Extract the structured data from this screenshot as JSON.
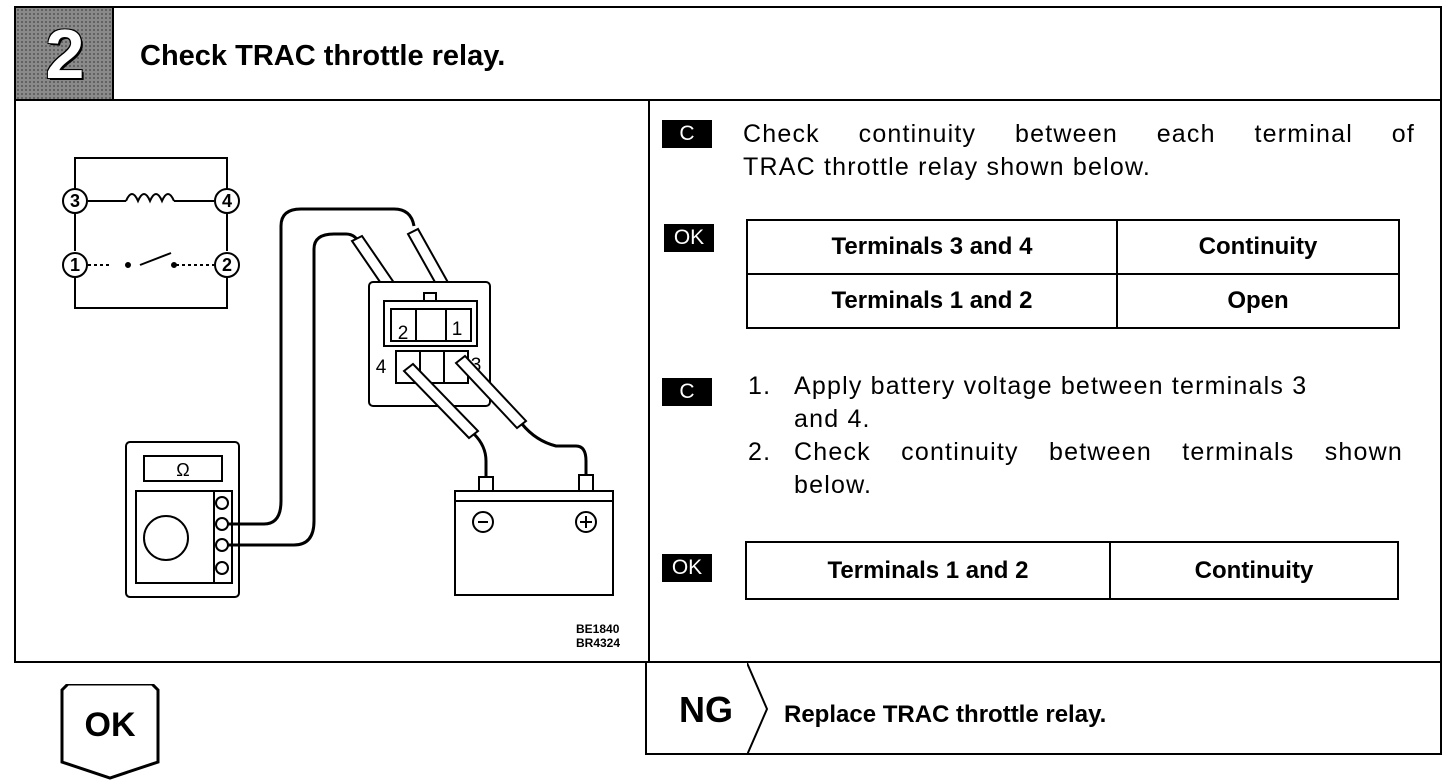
{
  "header": {
    "step_number": "2",
    "title": "Check TRAC throttle relay."
  },
  "figure": {
    "code_lines": [
      "BE1840",
      "BR4324"
    ],
    "schematic_terminals": [
      "3",
      "4",
      "1",
      "2"
    ],
    "connector_terminals": [
      "2",
      "1",
      "4",
      "3"
    ],
    "meter_symbol": "Ω",
    "battery_minus": "−",
    "battery_plus": "+"
  },
  "checks": [
    {
      "tag": "C",
      "lines": [
        "Check continuity between each terminal of",
        "TRAC throttle relay shown below."
      ]
    },
    {
      "tag": "C",
      "steps": [
        {
          "num": "1.",
          "lines": [
            "Apply battery voltage between terminals 3",
            "and 4."
          ]
        },
        {
          "num": "2.",
          "lines": [
            "Check continuity between terminals shown",
            "below."
          ]
        }
      ]
    }
  ],
  "ok_tables": [
    {
      "tag": "OK",
      "rows": [
        {
          "terminals": "Terminals 3 and 4",
          "result": "Continuity"
        },
        {
          "terminals": "Terminals 1 and 2",
          "result": "Open"
        }
      ]
    },
    {
      "tag": "OK",
      "rows": [
        {
          "terminals": "Terminals 1 and 2",
          "result": "Continuity"
        }
      ]
    }
  ],
  "ng": {
    "label": "NG",
    "action": "Replace TRAC throttle relay."
  },
  "ok_result": {
    "label": "OK"
  }
}
